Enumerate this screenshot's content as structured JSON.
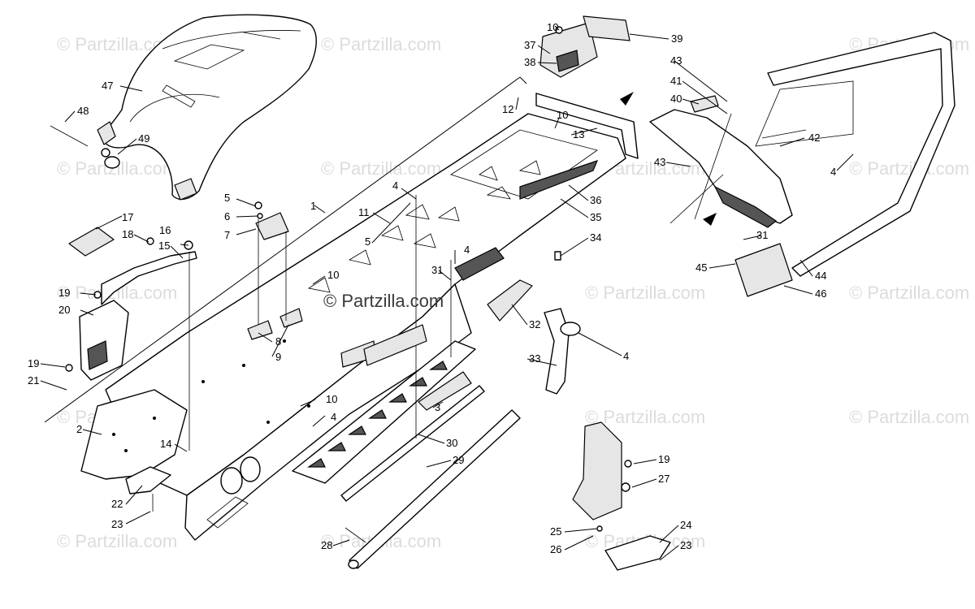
{
  "watermarks": [
    {
      "id": "wm-1",
      "text": "© Partzilla.com"
    },
    {
      "id": "wm-2",
      "text": "© Partzilla.com"
    },
    {
      "id": "wm-3",
      "text": "© Partzilla.com"
    },
    {
      "id": "wm-4",
      "text": "© Partzilla.com"
    },
    {
      "id": "wm-5",
      "text": "© Partzilla.com"
    },
    {
      "id": "wm-6",
      "text": "© Partzilla.com"
    },
    {
      "id": "wm-7",
      "text": "© Partzilla.com"
    },
    {
      "id": "wm-8",
      "text": "© Partzilla.com"
    },
    {
      "id": "wm-9",
      "text": "© Partzilla.com"
    },
    {
      "id": "wm-10",
      "text": "© Partzilla.com"
    },
    {
      "id": "wm-11",
      "text": "© Partzilla.com"
    },
    {
      "id": "wm-12",
      "text": "© Partzilla.com"
    },
    {
      "id": "wm-13",
      "text": "© Partzilla.com"
    },
    {
      "id": "wm-14",
      "text": "© Partzilla.com"
    },
    {
      "id": "wm-15",
      "text": "© Partzilla.com"
    },
    {
      "id": "wm-16",
      "text": "© Partzilla.com"
    },
    {
      "id": "wm-center",
      "text": "© Partzilla.com"
    }
  ],
  "callouts": [
    {
      "id": "c1",
      "text": "1"
    },
    {
      "id": "c2",
      "text": "2"
    },
    {
      "id": "c3",
      "text": "3"
    },
    {
      "id": "c4a",
      "text": "4"
    },
    {
      "id": "c4b",
      "text": "4"
    },
    {
      "id": "c4c",
      "text": "4"
    },
    {
      "id": "c4d",
      "text": "4"
    },
    {
      "id": "c4e",
      "text": "4"
    },
    {
      "id": "c5a",
      "text": "5"
    },
    {
      "id": "c5b",
      "text": "5"
    },
    {
      "id": "c6",
      "text": "6"
    },
    {
      "id": "c7",
      "text": "7"
    },
    {
      "id": "c8",
      "text": "8"
    },
    {
      "id": "c9",
      "text": "9"
    },
    {
      "id": "c10a",
      "text": "10"
    },
    {
      "id": "c10b",
      "text": "10"
    },
    {
      "id": "c10c",
      "text": "10"
    },
    {
      "id": "c10d",
      "text": "10"
    },
    {
      "id": "c11",
      "text": "11"
    },
    {
      "id": "c12",
      "text": "12"
    },
    {
      "id": "c13",
      "text": "13"
    },
    {
      "id": "c14",
      "text": "14"
    },
    {
      "id": "c15",
      "text": "15"
    },
    {
      "id": "c16",
      "text": "16"
    },
    {
      "id": "c17",
      "text": "17"
    },
    {
      "id": "c18",
      "text": "18"
    },
    {
      "id": "c19a",
      "text": "19"
    },
    {
      "id": "c19b",
      "text": "19"
    },
    {
      "id": "c19c",
      "text": "19"
    },
    {
      "id": "c20",
      "text": "20"
    },
    {
      "id": "c21",
      "text": "21"
    },
    {
      "id": "c22",
      "text": "22"
    },
    {
      "id": "c23a",
      "text": "23"
    },
    {
      "id": "c23b",
      "text": "23"
    },
    {
      "id": "c24",
      "text": "24"
    },
    {
      "id": "c25",
      "text": "25"
    },
    {
      "id": "c26",
      "text": "26"
    },
    {
      "id": "c27",
      "text": "27"
    },
    {
      "id": "c28",
      "text": "28"
    },
    {
      "id": "c29",
      "text": "29"
    },
    {
      "id": "c30",
      "text": "30"
    },
    {
      "id": "c31a",
      "text": "31"
    },
    {
      "id": "c31b",
      "text": "31"
    },
    {
      "id": "c32",
      "text": "32"
    },
    {
      "id": "c33",
      "text": "33"
    },
    {
      "id": "c34",
      "text": "34"
    },
    {
      "id": "c35",
      "text": "35"
    },
    {
      "id": "c36",
      "text": "36"
    },
    {
      "id": "c37",
      "text": "37"
    },
    {
      "id": "c38",
      "text": "38"
    },
    {
      "id": "c39",
      "text": "39"
    },
    {
      "id": "c40",
      "text": "40"
    },
    {
      "id": "c41",
      "text": "41"
    },
    {
      "id": "c42",
      "text": "42"
    },
    {
      "id": "c43a",
      "text": "43"
    },
    {
      "id": "c43b",
      "text": "43"
    },
    {
      "id": "c44",
      "text": "44"
    },
    {
      "id": "c45",
      "text": "45"
    },
    {
      "id": "c46",
      "text": "46"
    },
    {
      "id": "c47",
      "text": "47"
    },
    {
      "id": "c48",
      "text": "48"
    },
    {
      "id": "c49",
      "text": "49"
    }
  ]
}
